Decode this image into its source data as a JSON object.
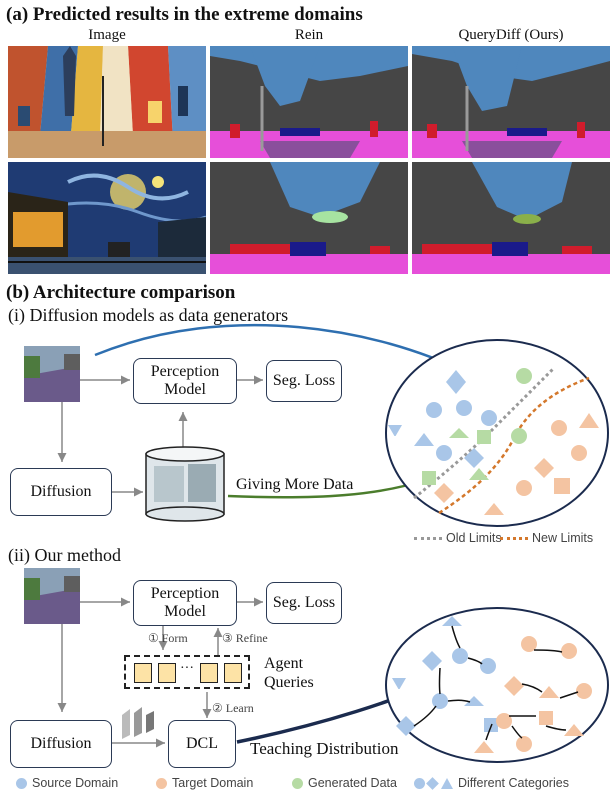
{
  "section_a": {
    "title": "(a) Predicted results in the extreme domains",
    "columns": [
      "Image",
      "Rein",
      "QueryDiff (Ours)"
    ]
  },
  "section_b": {
    "title": "(b) Architecture comparison",
    "part_i": {
      "title": "(i) Diffusion models as data generators",
      "perception": "Perception Model",
      "seg_loss": "Seg. Loss",
      "diffusion": "Diffusion",
      "giving_more_data": "Giving More Data",
      "old_limits": "Old Limits",
      "new_limits": "New Limits"
    },
    "part_ii": {
      "title": "(ii) Our method",
      "perception": "Perception Model",
      "seg_loss": "Seg. Loss",
      "diffusion": "Diffusion",
      "dcl": "DCL",
      "form": "① Form",
      "refine": "③ Refine",
      "learn": "② Learn",
      "agent_queries": "Agent Queries",
      "dots": "···",
      "teaching": "Teaching Distribution"
    }
  },
  "legend": {
    "source": "Source Domain",
    "target": "Target Domain",
    "generated": "Generated Data",
    "categories": "Different Categories"
  },
  "colors": {
    "source": "#a9c6e8",
    "target": "#f4c4a2",
    "generated": "#b6dba4",
    "box_border": "#2b3a55",
    "arrow_blue": "#2e6fb0",
    "arrow_green": "#4b7d2c",
    "arrow_navy": "#1b2b4e"
  }
}
